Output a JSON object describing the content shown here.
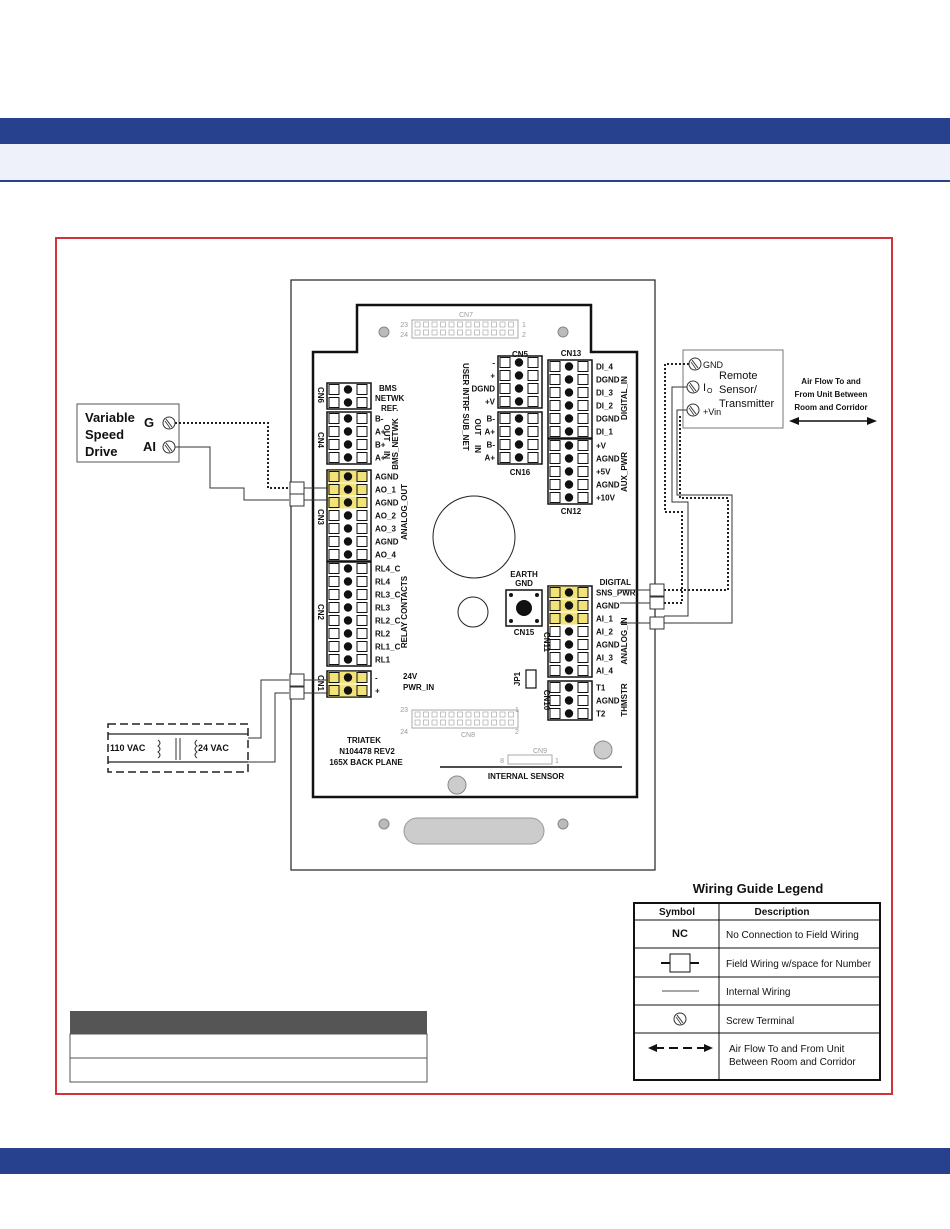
{
  "vsd": {
    "line1": "Variable",
    "line2": "Speed",
    "line3": "Drive",
    "term_g": "G",
    "term_ai": "AI"
  },
  "transformer": {
    "left": "110 VAC",
    "right": "24 VAC"
  },
  "sensor": {
    "gnd": "GND",
    "io": "I",
    "io_sub": "O",
    "vin": "+Vin",
    "title1": "Remote",
    "title2": "Sensor/",
    "title3": "Transmitter"
  },
  "airflow": {
    "line1": "Air Flow To and",
    "line2": "From Unit Between",
    "line3": "Room and Corridor"
  },
  "board": {
    "cn7": "CN7",
    "cn7_l1": "23",
    "cn7_l2": "24",
    "cn7_r1": "1",
    "cn7_r2": "2",
    "cn8": "CN8",
    "cn8_l1": "23",
    "cn8_l2": "24",
    "cn8_r1": "1",
    "cn8_r2": "2",
    "cn9": "CN9",
    "cn9_l": "8",
    "cn9_r": "1",
    "cn6": "CN6",
    "cn6_title1": "BMS",
    "cn6_title2": "NETWK",
    "cn6_title3": "REF.",
    "cn4": "CN4",
    "cn4_pins": [
      "B-",
      "A+",
      "B+",
      "A+"
    ],
    "cn4_out": "OUT",
    "cn4_in": "IN",
    "cn4_name": "BMS_NETWK",
    "cn3": "CN3",
    "cn3_pins": [
      "AGND",
      "AO_1",
      "AGND",
      "AO_2",
      "AO_3",
      "AGND",
      "AO_4"
    ],
    "cn3_name": "ANALOG_OUT",
    "cn2": "CN2",
    "cn2_pins": [
      "RL4_C",
      "RL4",
      "RL3_C",
      "RL3",
      "RL2_C",
      "RL2",
      "RL1_C",
      "RL1"
    ],
    "cn2_name": "RELAY CONTACTS",
    "cn1": "CN1",
    "cn1_pins": [
      "-",
      "+"
    ],
    "cn1_name1": "24V",
    "cn1_name2": "PWR_IN",
    "cn5": "CN5",
    "cn5_pins": [
      "-",
      "+",
      "DGND",
      "+V"
    ],
    "cn5_name": "USER INTRF",
    "cn16": "CN16",
    "cn16_pins": [
      "B-",
      "A+",
      "B-",
      "A+"
    ],
    "cn16_out": "OUT",
    "cn16_in": "IN",
    "cn16_name": "SUB_NET",
    "cn13": "CN13",
    "cn13_pins": [
      "DI_4",
      "DGND",
      "DI_3",
      "DI_2",
      "DGND",
      "DI_1"
    ],
    "cn13_name": "DIGITAL_IN",
    "cn12": "CN12",
    "cn12_pins": [
      "+V",
      "AGND",
      "+5V",
      "AGND",
      "+10V"
    ],
    "cn12_name": "AUX_PWR",
    "earth1": "EARTH",
    "earth2": "GND",
    "cn15": "CN15",
    "cn11": "CN11",
    "cn11_title": "DIGITAL",
    "cn11_pins": [
      "SNS_PWR",
      "AGND",
      "AI_1",
      "AI_2",
      "AGND",
      "AI_3",
      "AI_4"
    ],
    "cn11_name": "ANALOG_IN",
    "jp1": "JP1",
    "cn10": "CN10",
    "cn10_pins": [
      "T1",
      "AGND",
      "T2"
    ],
    "cn10_name": "THMSTR",
    "mfr1": "TRIATEK",
    "mfr2": "N104478 REV2",
    "mfr3": "165X BACK PLANE",
    "internal_sensor": "INTERNAL SENSOR"
  },
  "legend": {
    "title": "Wiring Guide Legend",
    "col_symbol": "Symbol",
    "col_desc": "Description",
    "rows": [
      {
        "symbol": "NC",
        "desc": "No Connection to Field Wiring"
      },
      {
        "symbol": "",
        "desc": "Field Wiring w/space for Number"
      },
      {
        "symbol": "",
        "desc": "Internal Wiring"
      },
      {
        "symbol": "",
        "desc": "Screw Terminal"
      },
      {
        "symbol": "",
        "desc": "Air Flow To and From Unit",
        "desc2": "Between Room and Corridor"
      }
    ]
  },
  "colors": {
    "band": "#27418f",
    "frame": "#d0333a",
    "highlight": "#f2e27a",
    "table_header": "#555555"
  }
}
